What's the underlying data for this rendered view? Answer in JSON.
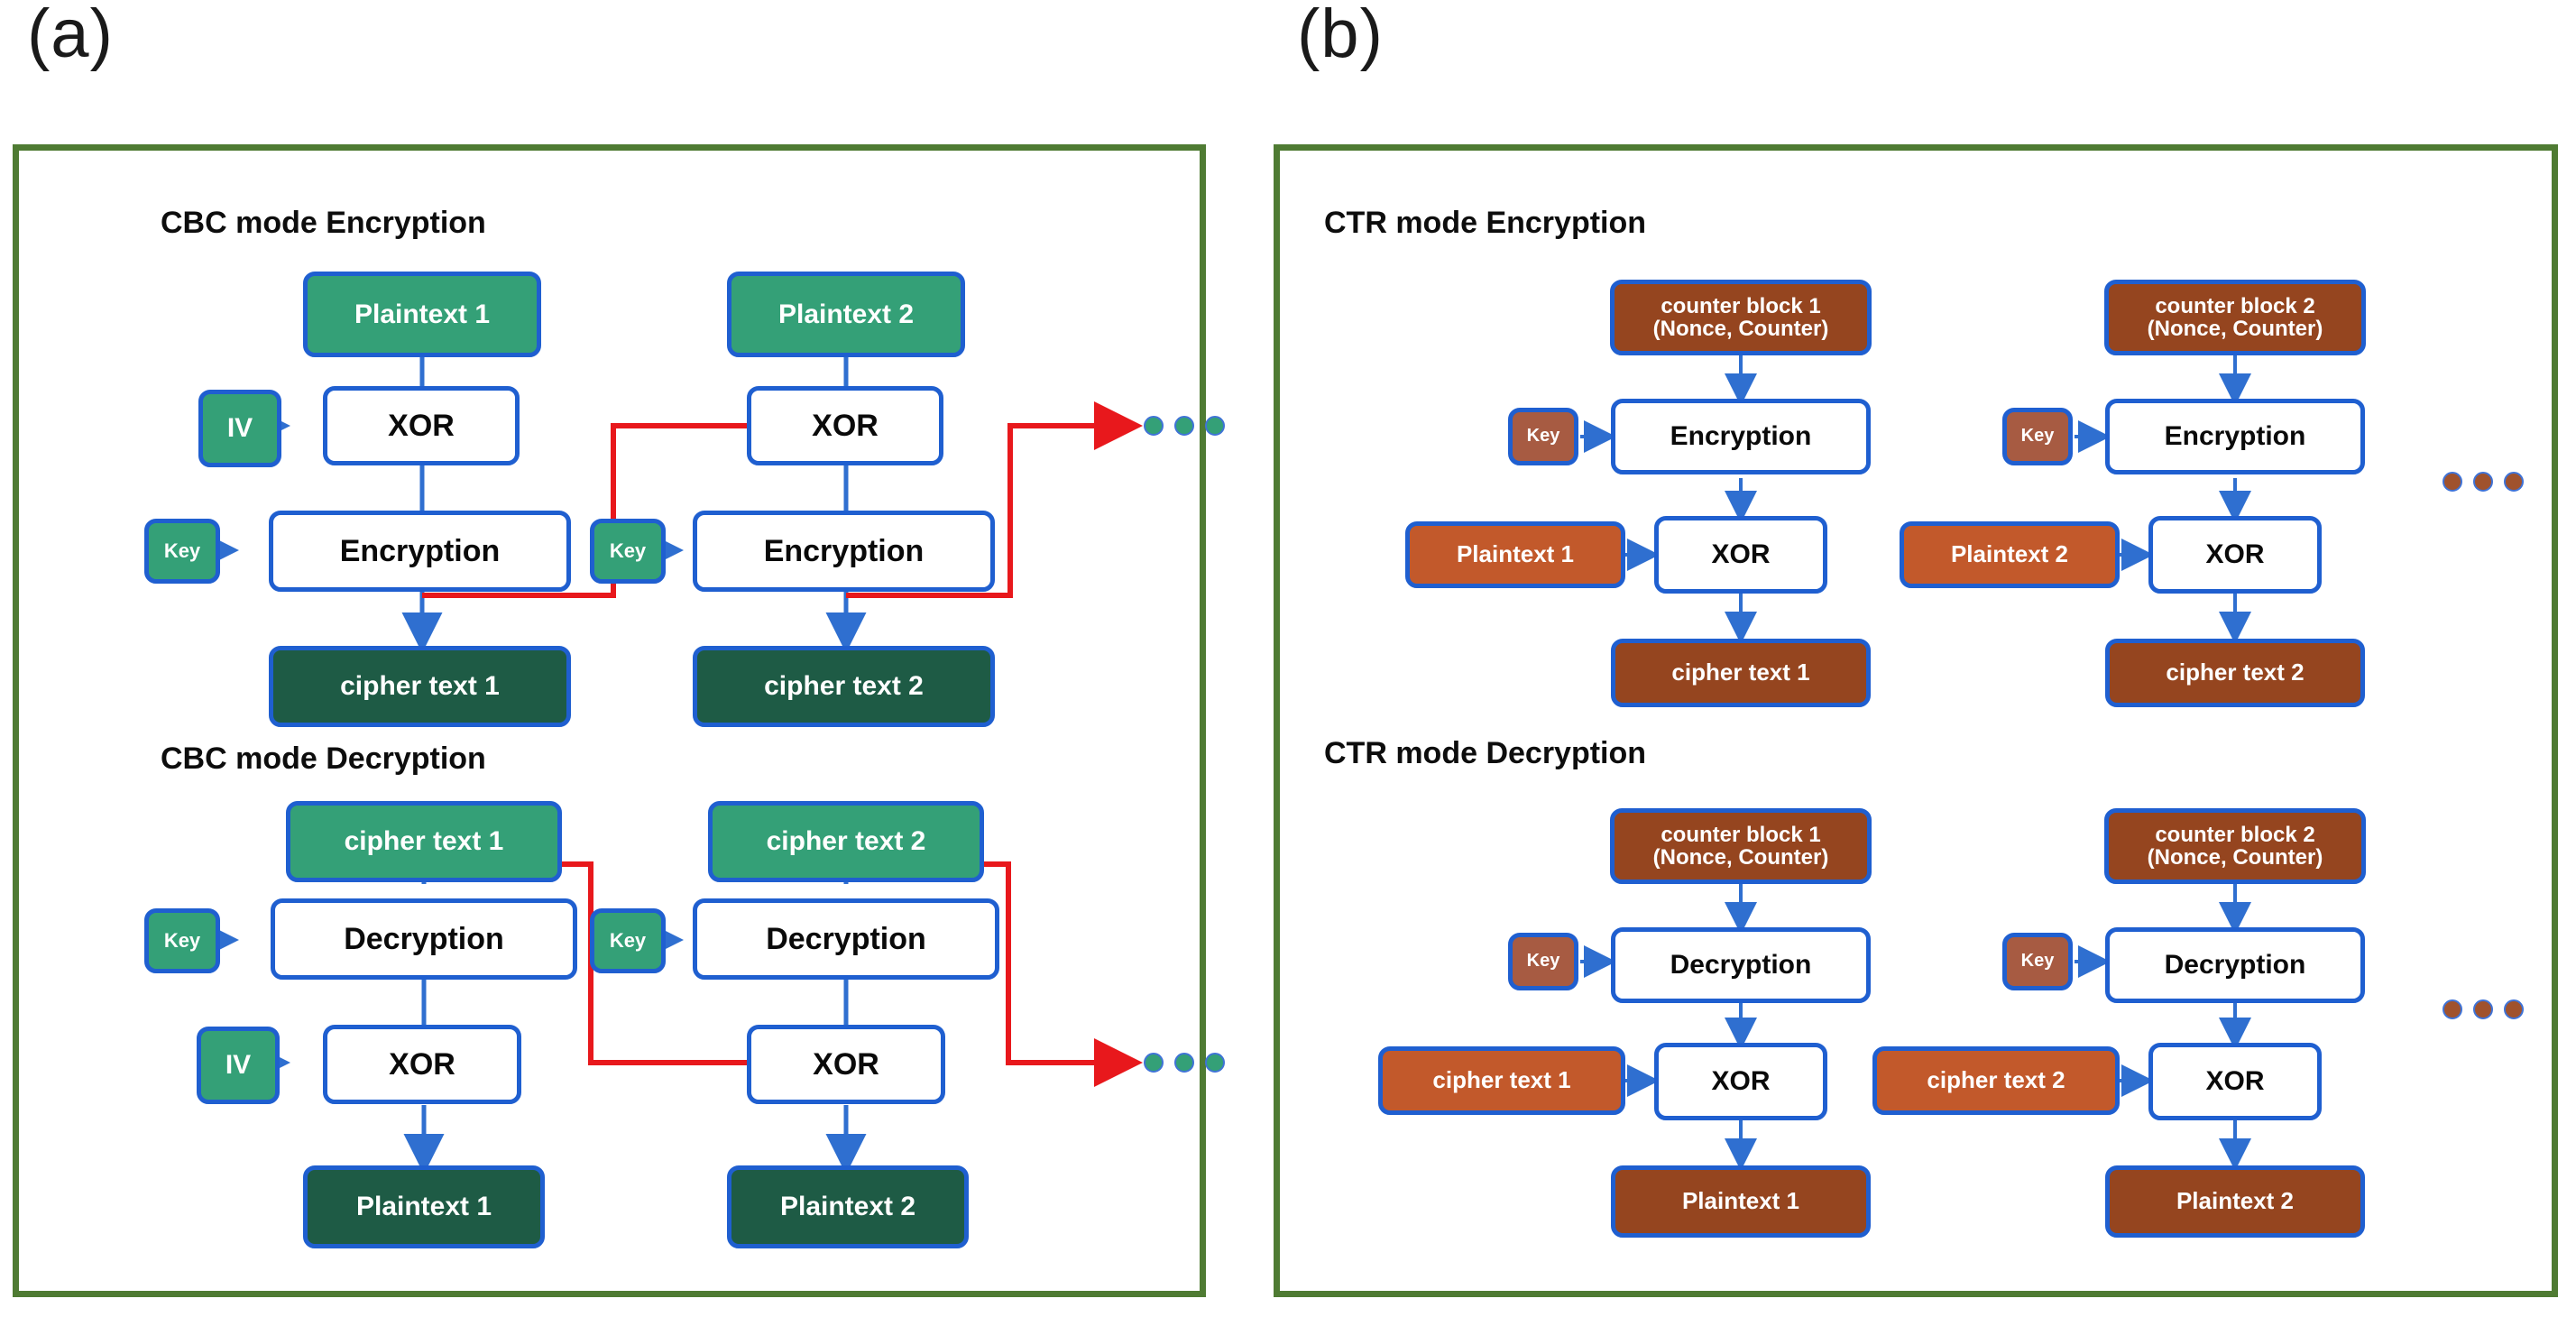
{
  "figure": {
    "panel_a_label": "(a)",
    "panel_b_label": "(b)",
    "accent_border": "#4F7B33",
    "node_border": "#1F5FD0",
    "feedback_arrow_color": "#E8181C",
    "flow_arrow_color": "#2F6FD0"
  },
  "panel_a": {
    "scheme_colors": {
      "input_fill": "#34A077",
      "output_fill": "#1E5B45",
      "op_fill": "#FFFFFF",
      "key_fill": "#34A077"
    },
    "encryption": {
      "title": "CBC mode Encryption",
      "block1": {
        "plaintext": "Plaintext 1",
        "iv": "IV",
        "xor": "XOR",
        "key": "Key",
        "cipher": "Encryption",
        "output": "cipher text 1"
      },
      "block2": {
        "plaintext": "Plaintext 2",
        "xor": "XOR",
        "key": "Key",
        "cipher": "Encryption",
        "output": "cipher text 2"
      },
      "continuation": "•••"
    },
    "decryption": {
      "title": "CBC mode Decryption",
      "block1": {
        "input": "cipher text 1",
        "key": "Key",
        "cipher": "Decryption",
        "iv": "IV",
        "xor": "XOR",
        "output": "Plaintext 1"
      },
      "block2": {
        "input": "cipher text 2",
        "key": "Key",
        "cipher": "Decryption",
        "xor": "XOR",
        "output": "Plaintext 2"
      },
      "continuation": "•••"
    }
  },
  "panel_b": {
    "scheme_colors": {
      "counter_fill": "#95451F",
      "input_fill": "#C2592B",
      "output_fill": "#95451F",
      "op_fill": "#FFFFFF",
      "key_fill": "#A75B42"
    },
    "encryption": {
      "title": "CTR mode Encryption",
      "block1": {
        "counter_line1": "counter block 1",
        "counter_line2": "(Nonce, Counter)",
        "key": "Key",
        "cipher": "Encryption",
        "plaintext": "Plaintext 1",
        "xor": "XOR",
        "output": "cipher text 1"
      },
      "block2": {
        "counter_line1": "counter block 2",
        "counter_line2": "(Nonce, Counter)",
        "key": "Key",
        "cipher": "Encryption",
        "plaintext": "Plaintext 2",
        "xor": "XOR",
        "output": "cipher text 2"
      },
      "continuation": "•••"
    },
    "decryption": {
      "title": "CTR mode Decryption",
      "block1": {
        "counter_line1": "counter block 1",
        "counter_line2": "(Nonce, Counter)",
        "key": "Key",
        "cipher": "Decryption",
        "input": "cipher text 1",
        "xor": "XOR",
        "output": "Plaintext 1"
      },
      "block2": {
        "counter_line1": "counter block 2",
        "counter_line2": "(Nonce, Counter)",
        "key": "Key",
        "cipher": "Decryption",
        "input": "cipher text 2",
        "xor": "XOR",
        "output": "Plaintext 2"
      },
      "continuation": "•••"
    }
  }
}
